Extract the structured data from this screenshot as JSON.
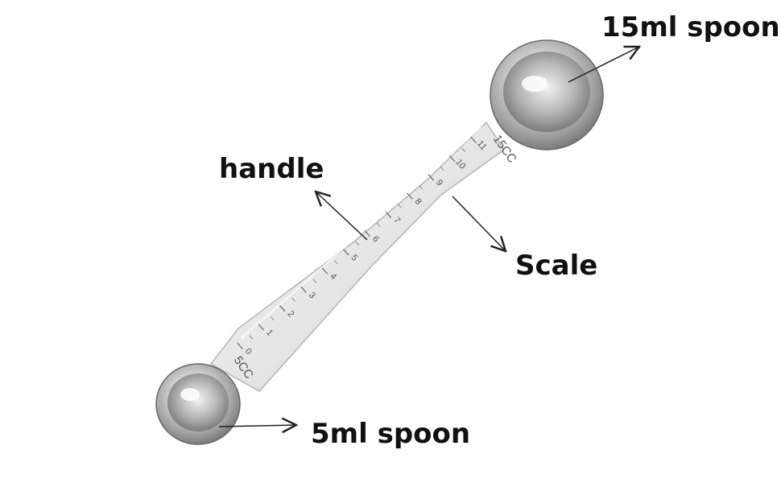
{
  "labels": {
    "spoon_15": "15ml spoon",
    "handle": "handle",
    "scale": "Scale",
    "spoon_5": "5ml spoon"
  },
  "engraving": {
    "large_end": "15CC",
    "small_end": "5CC",
    "numbers": [
      "0",
      "1",
      "2",
      "3",
      "4",
      "5",
      "6",
      "7",
      "8",
      "9",
      "10",
      "11"
    ]
  },
  "colors": {
    "background": "#ffffff",
    "text": "#111111",
    "steel_light": "#f4f4f4",
    "steel_mid": "#c8c8c8",
    "steel_dark": "#8a8a8a",
    "arrow": "#222222"
  }
}
